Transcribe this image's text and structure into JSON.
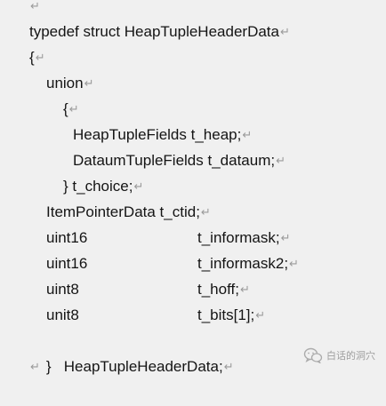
{
  "code": {
    "lines": [
      {
        "text": "",
        "mark": "↵"
      },
      {
        "text": "typedef struct HeapTupleHeaderData",
        "mark": "↵"
      },
      {
        "text": "{",
        "mark": "↵"
      },
      {
        "text": "union",
        "mark": "↵"
      },
      {
        "text": "{",
        "mark": "↵"
      },
      {
        "text": "HeapTupleFields t_heap;",
        "mark": "↵"
      },
      {
        "text": "DataumTupleFields t_dataum;",
        "mark": "↵"
      },
      {
        "text": "} t_choice;",
        "mark": "↵"
      },
      {
        "text": "ItemPointerData t_ctid;",
        "mark": "↵"
      },
      {
        "text": "uint16",
        "field": "t_informask;",
        "mark": "↵"
      },
      {
        "text": "uint16",
        "field": "t_informask2;",
        "mark": "↵"
      },
      {
        "text": "uint8",
        "field": "t_hoff;",
        "mark": "↵"
      },
      {
        "text": "unit8",
        "field": "t_bits[1];",
        "mark": "↵"
      },
      {
        "text": "}   HeapTupleHeaderData;",
        "mark": "↵"
      },
      {
        "text": "",
        "mark": "↵"
      }
    ]
  },
  "watermark": {
    "text": "白话的洞穴",
    "icon": "wechat-logo-icon"
  }
}
